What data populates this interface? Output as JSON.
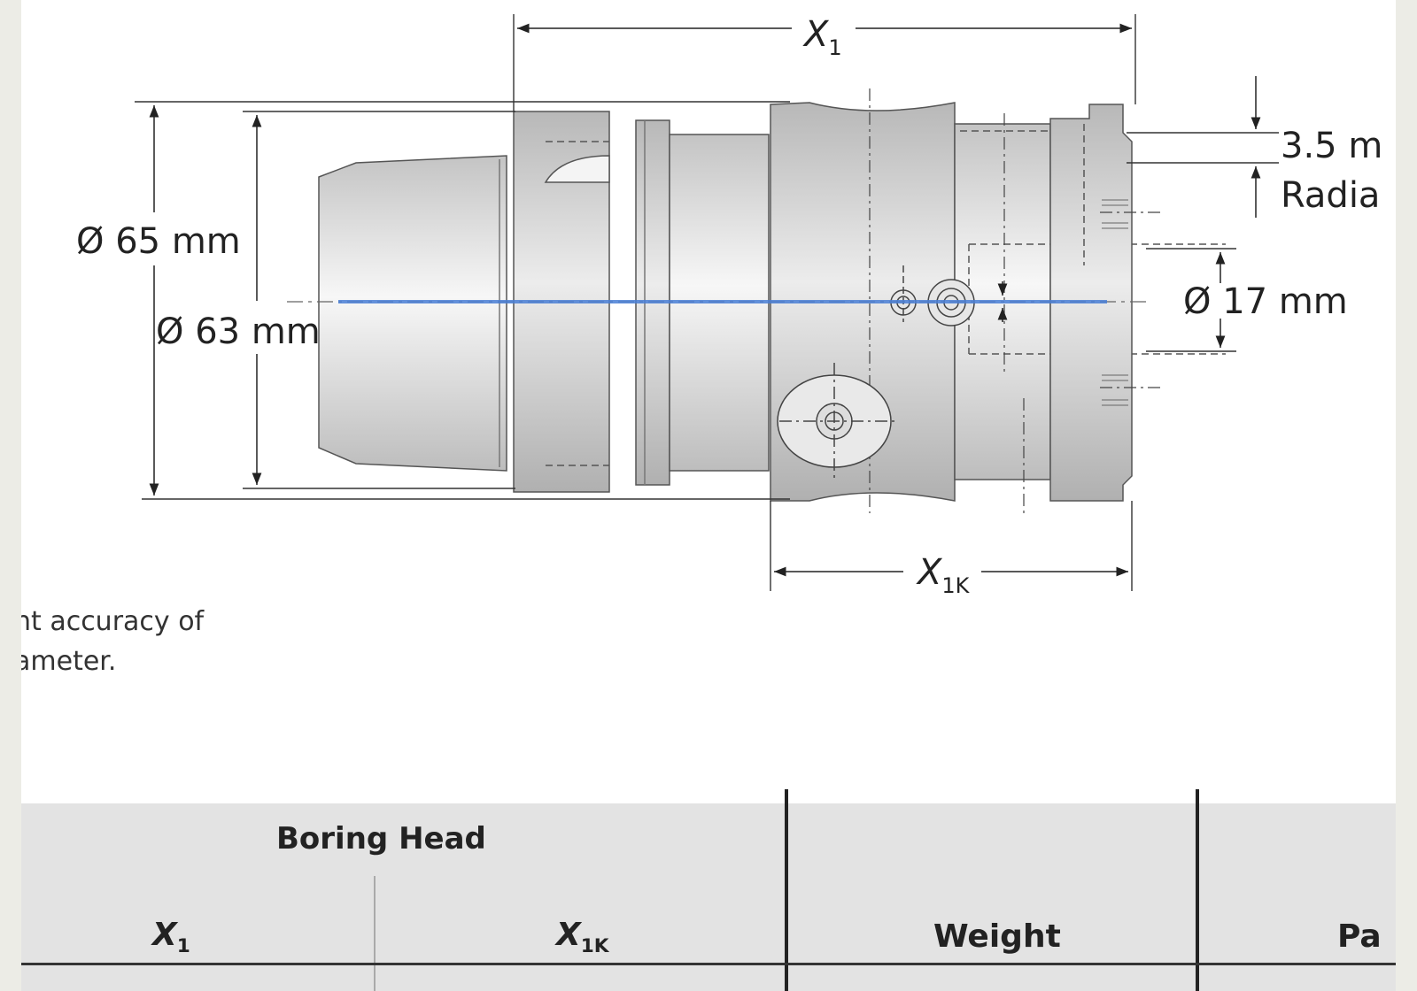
{
  "drawing": {
    "dim_x1": "X",
    "dim_x1_sub": "1",
    "dim_x1k": "X",
    "dim_x1k_sub": "1K",
    "dia_outer": "Ø 65 mm",
    "dia_flange": "Ø 63 mm",
    "dia_bore": "Ø 17 mm",
    "radial_offset": "3.5 m",
    "radial_label": "Radia"
  },
  "note": {
    "line1": "nt accuracy of",
    "line2": "ameter."
  },
  "table": {
    "group_header": "Boring Head",
    "col_x1": "X",
    "col_x1_sub": "1",
    "col_x1k": "X",
    "col_x1k_sub": "1K",
    "col_weight": "Weight",
    "col_partial": "Pa"
  },
  "colors": {
    "axis_line": "#4a7fd6",
    "body_light": "#f7f7f7",
    "body_shade": "#c4c4c4",
    "table_bg": "#e3e3e3"
  }
}
